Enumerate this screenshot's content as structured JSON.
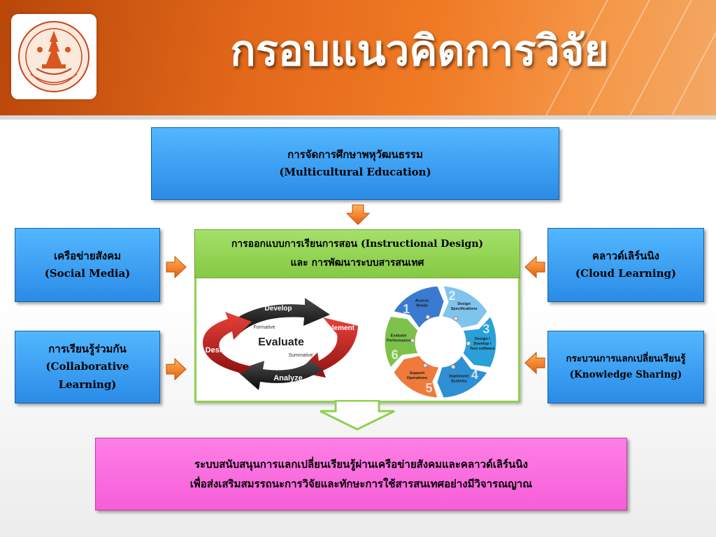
{
  "header": {
    "title": "กรอบแนวคิดการวิจัย"
  },
  "boxes": {
    "multicultural": {
      "thai": "การจัดการศึกษาพหุวัฒนธรรม",
      "english": "(Multicultural Education)"
    },
    "social_media": {
      "thai": "เครือข่ายสังคม",
      "english": "(Social Media)"
    },
    "cloud_learning": {
      "thai": "คลาวด์เลิร์นนิง",
      "english": "(Cloud Learning)"
    },
    "collaborative": {
      "thai": "การเรียนรู้ร่วมกัน",
      "english": "(Collaborative Learning)"
    },
    "knowledge_sharing": {
      "thai": "กระบวนการแลกเปลี่ยนเรียนรู้",
      "english": "(Knowledge Sharing)"
    },
    "instructional_design": {
      "line1": "การออกแบบการเรียนการสอน (Instructional Design)",
      "line2": "และ การพัฒนาระบบสารสนเทศ"
    },
    "result": {
      "line1": "ระบบสนับสนุนการแลกเปลี่ยนเรียนรู้ผ่านเครือข่ายสังคมและคลาวด์เลิร์นนิง",
      "line2": "เพื่อส่งเสริมสมรรถนะการวิจัยและทักษะการใช้สารสนเทศอย่างมีวิจารณญาณ"
    }
  },
  "evaluation_cycle": {
    "center": "Evaluate",
    "develop": "Develop",
    "implement": "Implement",
    "analyze": "Analyze",
    "design": "Design",
    "formative": "Formative",
    "summative": "Summative"
  },
  "six_step_cycle": [
    {
      "num": "1",
      "label1": "Assess",
      "label2": "Needs",
      "label3": ""
    },
    {
      "num": "2",
      "label1": "Design",
      "label2": "Specifications",
      "label3": ""
    },
    {
      "num": "3",
      "label1": "Design /",
      "label2": "Develop /",
      "label3": "Test software"
    },
    {
      "num": "4",
      "label1": "Implement",
      "label2": "Systems",
      "label3": ""
    },
    {
      "num": "5",
      "label1": "Support",
      "label2": "Operations",
      "label3": ""
    },
    {
      "num": "6",
      "label1": "Evaluate",
      "label2": "Performance",
      "label3": ""
    }
  ],
  "colors": {
    "header_orange": "#e2681a",
    "box_blue": "#2a8be6",
    "box_green": "#86c943",
    "box_pink": "#f55ed8",
    "arrow_orange": "#f07a1a",
    "cycle_red": "#c8201c"
  }
}
